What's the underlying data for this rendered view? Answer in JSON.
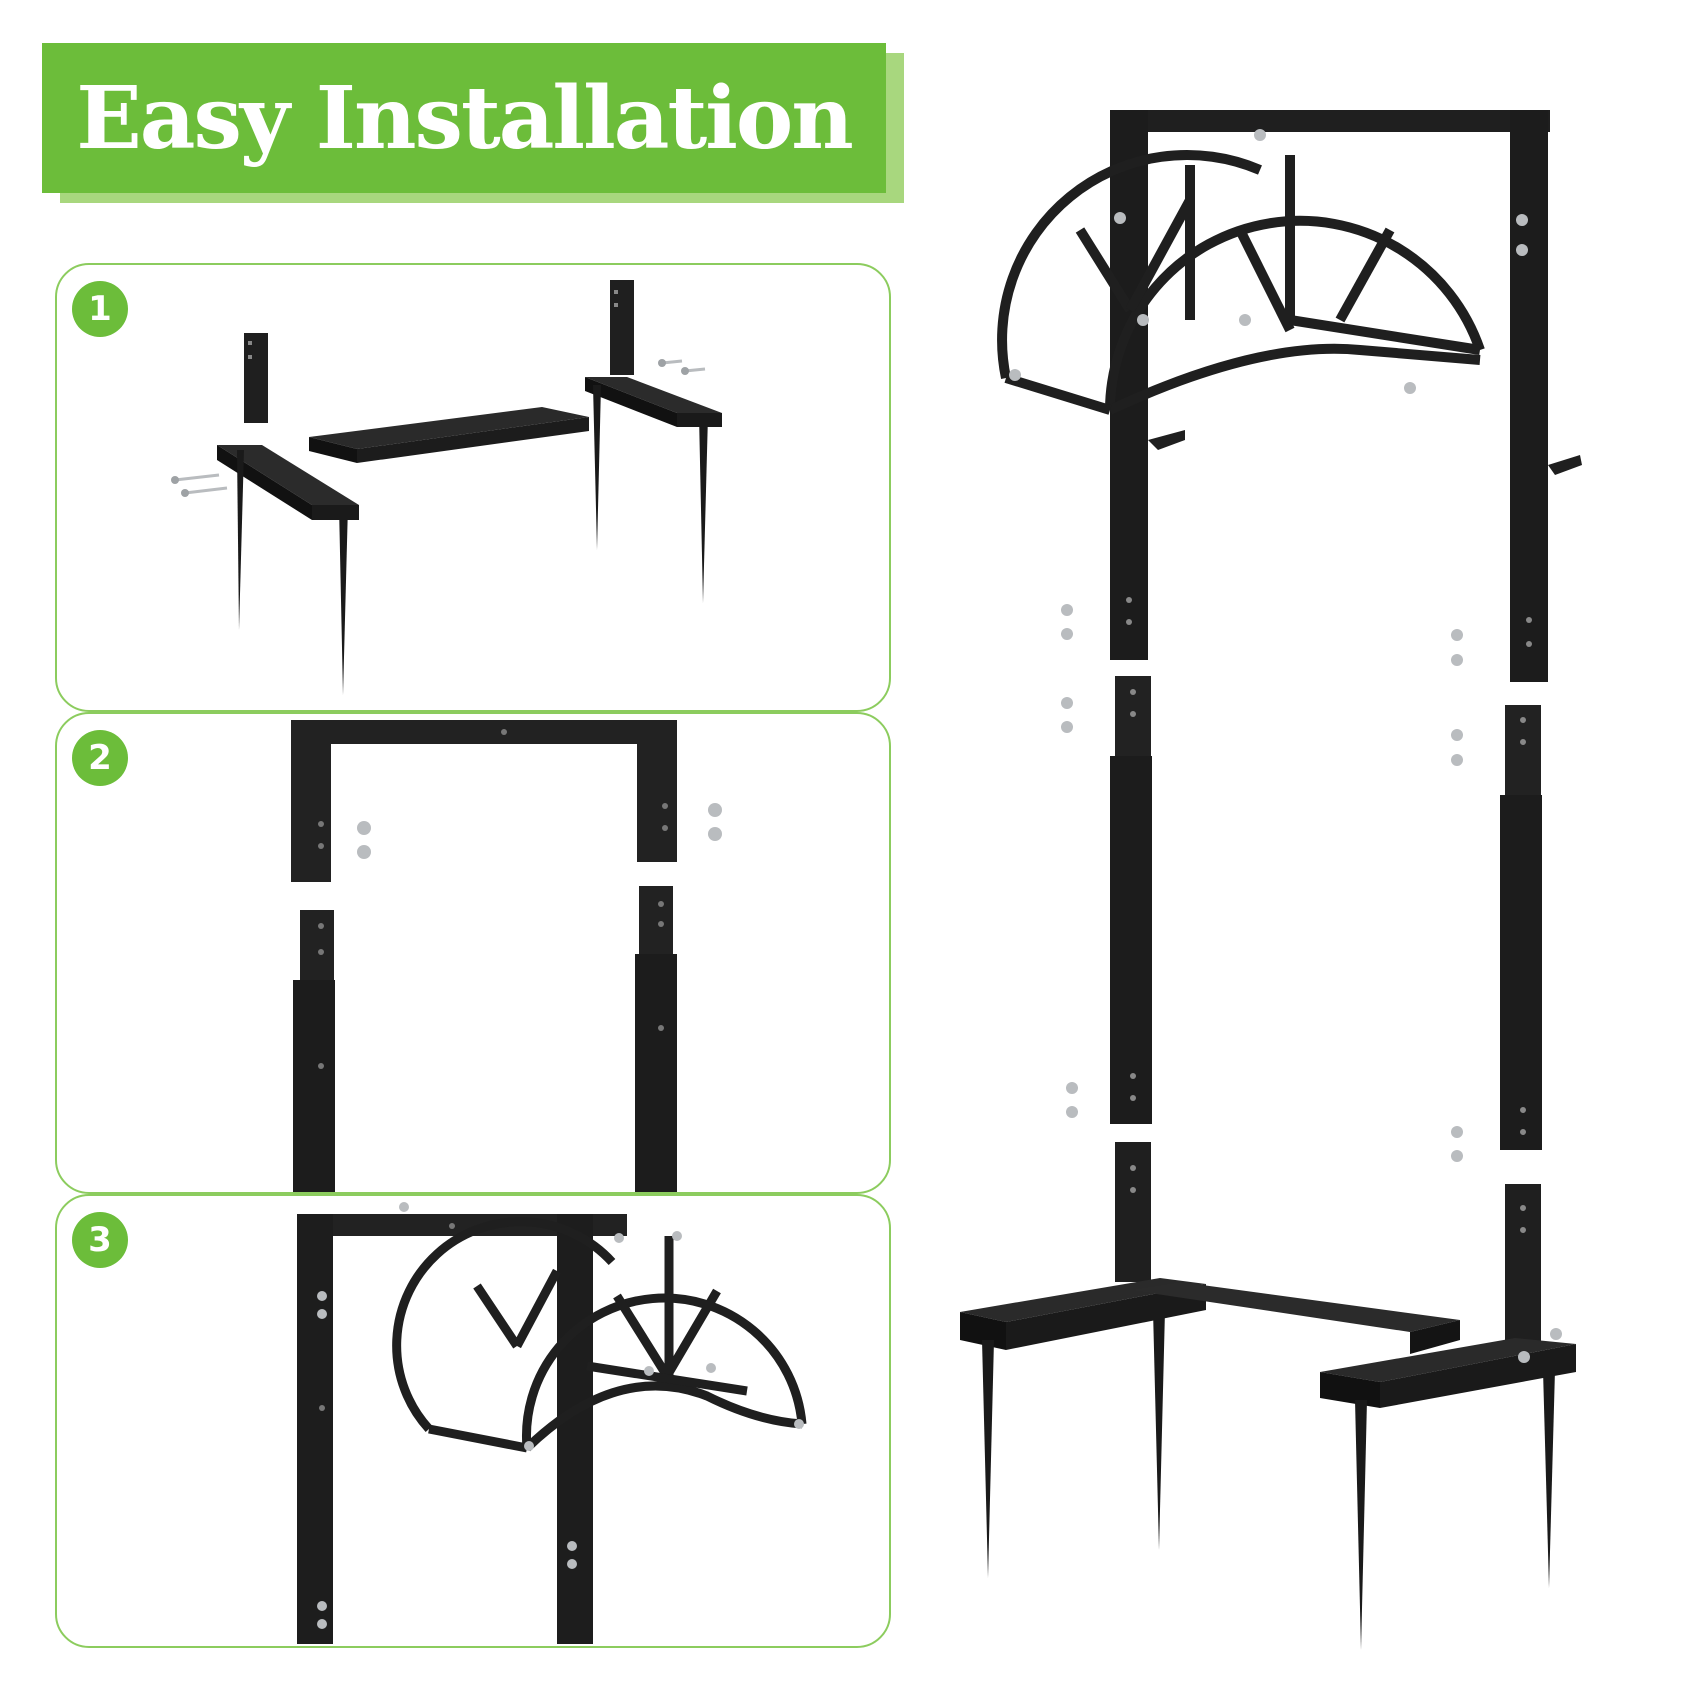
{
  "header": {
    "title": "Easy Installation"
  },
  "steps": [
    {
      "number": "1"
    },
    {
      "number": "2"
    },
    {
      "number": "3"
    }
  ],
  "colors": {
    "brand_green": "#6cbd3a",
    "banner_shadow": "#a8d77e",
    "card_border": "#8ccc5e",
    "metal": "#1f1f1f",
    "screw": "#b9bcbf"
  }
}
